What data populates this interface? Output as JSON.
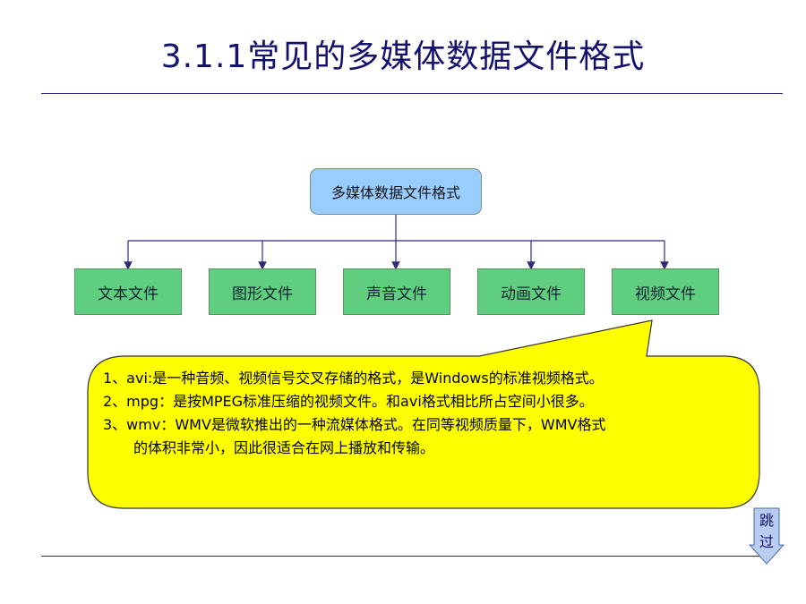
{
  "slide": {
    "title": "3.1.1常见的多媒体数据文件格式"
  },
  "diagram": {
    "root": "多媒体数据文件格式",
    "children": [
      "文本文件",
      "图形文件",
      "声音文件",
      "动画文件",
      "视频文件"
    ]
  },
  "callout": {
    "lines": [
      "1、avi:是一种音频、视频信号交叉存储的格式，是Windows的标准视频格式。",
      "2、mpg：是按MPEG标准压缩的视频文件。和avi格式相比所占空间小很多。",
      "3、wmv：WMV是微软推出的一种流媒体格式。在同等视频质量下，WMV格式",
      "的体积非常小，因此很适合在网上播放和传输。"
    ],
    "fill": "#ffff00",
    "stroke": "#333333"
  },
  "nav": {
    "skip_label": "跳过"
  },
  "colors": {
    "title": "#14106e",
    "root_fill": "#99ccff",
    "leaf_fill": "#5fcf7f",
    "connector": "#2f2b7a"
  }
}
